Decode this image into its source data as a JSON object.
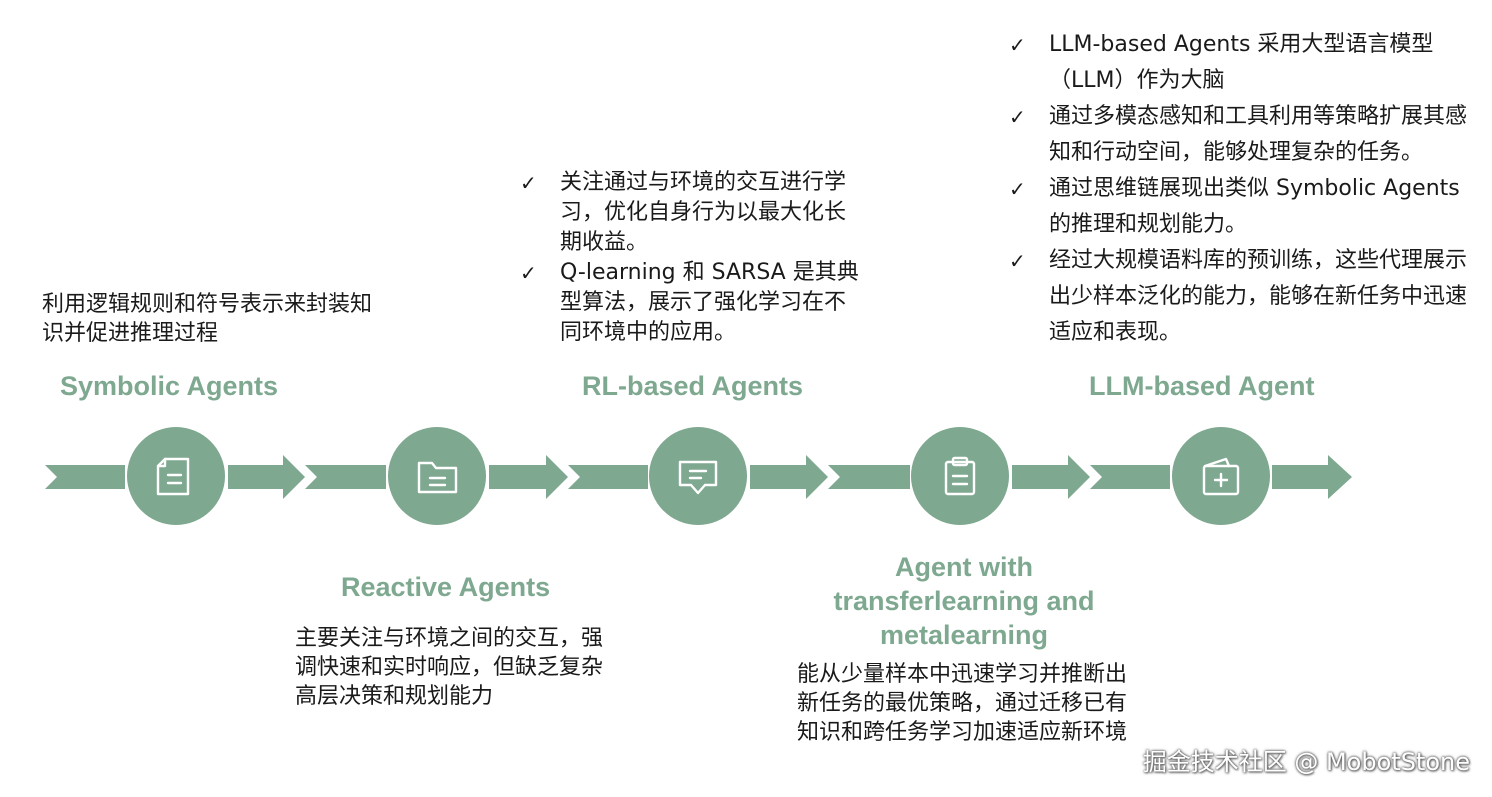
{
  "stages": [
    {
      "title": "Symbolic Agents",
      "icon": "document-icon",
      "description": "利用逻辑规则和符号表示来封装知识并促进推理过程"
    },
    {
      "title": "Reactive Agents",
      "icon": "folder-icon",
      "description": "主要关注与环境之间的交互，强调快速和实时响应，但缺乏复杂高层决策和规划能力"
    },
    {
      "title": "RL-based Agents",
      "icon": "chat-icon",
      "bullets": [
        "关注通过与环境的交互进行学习，优化自身行为以最大化长期收益。",
        "Q-learning 和 SARSA 是其典型算法，展示了强化学习在不同环境中的应用。"
      ]
    },
    {
      "title_lines": [
        "Agent with",
        "transferlearning and",
        "metalearning"
      ],
      "icon": "clipboard-icon",
      "description": "能从少量样本中迅速学习并推断出新任务的最优策略，通过迁移已有知识和跨任务学习加速适应新环境"
    },
    {
      "title": "LLM-based Agent",
      "icon": "medical-kit-icon",
      "bullets": [
        "LLM-based Agents 采用大型语言模型（LLM）作为大脑",
        "通过多模态感知和工具利用等策略扩展其感知和行动空间，能够处理复杂的任务。",
        "通过思维链展现出类似 Symbolic Agents 的推理和规划能力。",
        "经过大规模语料库的预训练，这些代理展示出少样本泛化的能力，能够在新任务中迅速适应和表现。"
      ]
    }
  ],
  "check_mark": "✓",
  "watermark": "掘金技术社区 @ MobotStone",
  "colors": {
    "accent": "#7ea88f",
    "title": "#7ea88f",
    "text": "#1a1a1a",
    "background": "#ffffff"
  }
}
